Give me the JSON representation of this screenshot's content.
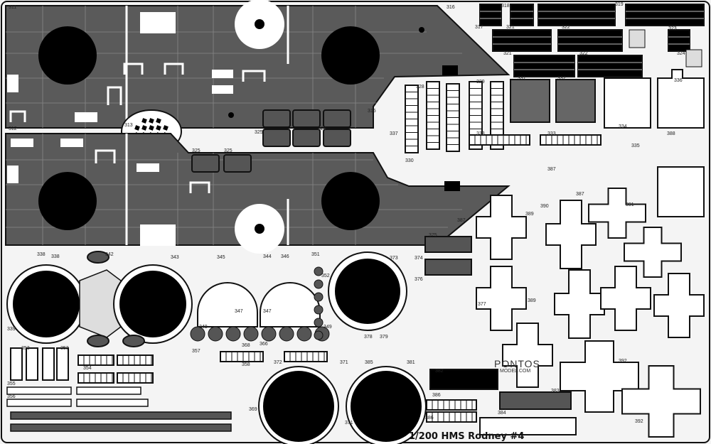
{
  "sheet": {
    "title": "1/200 HMS Rodney #4",
    "brand": "PONTOS",
    "brand_sub": "MODEL.COM",
    "colors": {
      "deck": "#5a5a5a",
      "etch": "#000000",
      "fret": "#f4f4f4"
    }
  },
  "part_labels": [
    "311",
    "312",
    "313",
    "315",
    "316",
    "317",
    "318",
    "319",
    "321",
    "322",
    "323",
    "324",
    "321",
    "322",
    "325",
    "325",
    "325",
    "326",
    "328",
    "329",
    "330",
    "331",
    "332",
    "333",
    "333",
    "334",
    "335",
    "336",
    "337",
    "338",
    "338",
    "339",
    "342",
    "343",
    "344",
    "345",
    "346",
    "347",
    "347",
    "348",
    "349",
    "351",
    "352",
    "353",
    "353",
    "354",
    "355",
    "356",
    "357",
    "358",
    "366",
    "368",
    "369",
    "371",
    "371",
    "372",
    "373",
    "374",
    "375",
    "376",
    "377",
    "378",
    "379",
    "381",
    "382",
    "383",
    "384",
    "385",
    "386",
    "386",
    "387",
    "387",
    "387",
    "388",
    "389",
    "389",
    "390",
    "391",
    "392",
    "392"
  ]
}
